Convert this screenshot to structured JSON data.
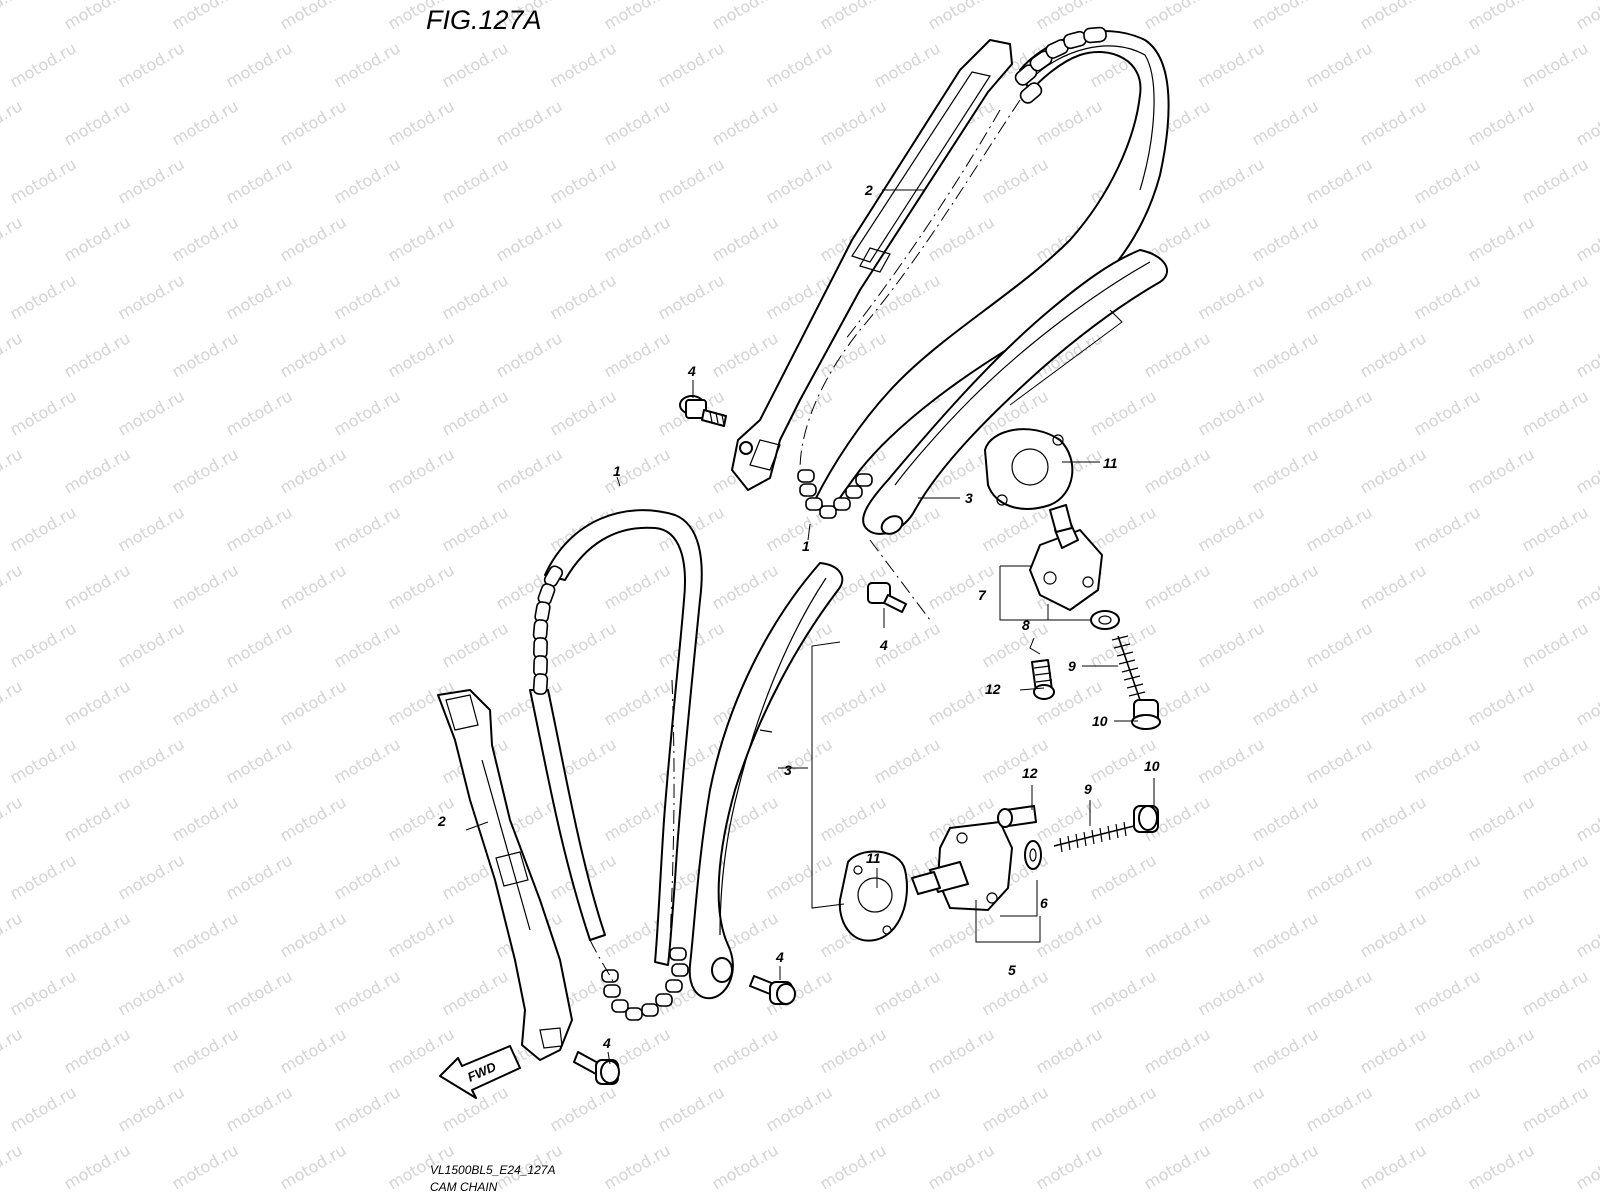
{
  "figure": {
    "title": "FIG.127A",
    "code": "VL1500BL5_E24_127A",
    "caption": "CAM CHAIN"
  },
  "watermark": {
    "text": "motod.ru",
    "color": "#d4d4d4"
  },
  "direction_marker": {
    "label": "FWD"
  },
  "callouts": [
    {
      "id": "c2a",
      "label": "2"
    },
    {
      "id": "c4a",
      "label": "4"
    },
    {
      "id": "c1a",
      "label": "1"
    },
    {
      "id": "c1b",
      "label": "1"
    },
    {
      "id": "c3a",
      "label": "3"
    },
    {
      "id": "c11a",
      "label": "11"
    },
    {
      "id": "c7",
      "label": "7"
    },
    {
      "id": "c8",
      "label": "8"
    },
    {
      "id": "c4b",
      "label": "4"
    },
    {
      "id": "c9a",
      "label": "9"
    },
    {
      "id": "c12a",
      "label": "12"
    },
    {
      "id": "c10a",
      "label": "10"
    },
    {
      "id": "c3b",
      "label": "3"
    },
    {
      "id": "c2b",
      "label": "2"
    },
    {
      "id": "c12b",
      "label": "12"
    },
    {
      "id": "c10b",
      "label": "10"
    },
    {
      "id": "c9b",
      "label": "9"
    },
    {
      "id": "c11b",
      "label": "11"
    },
    {
      "id": "c6",
      "label": "6"
    },
    {
      "id": "c5",
      "label": "5"
    },
    {
      "id": "c4c",
      "label": "4"
    },
    {
      "id": "c4d",
      "label": "4"
    }
  ]
}
